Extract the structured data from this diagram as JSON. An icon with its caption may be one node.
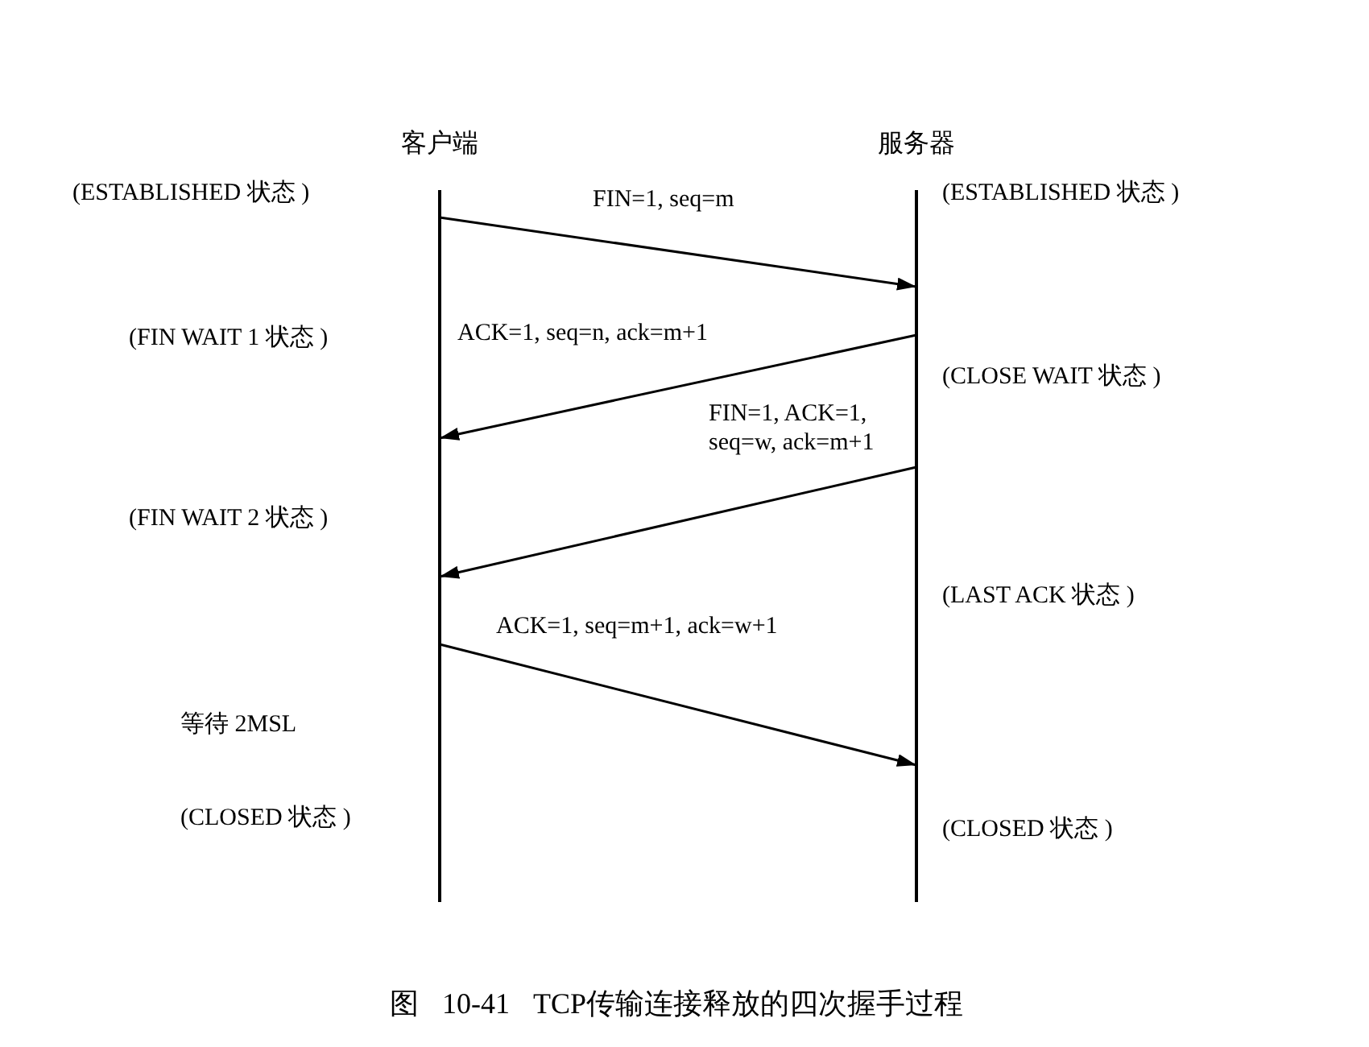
{
  "diagram": {
    "caption": "图 10-41 TCP传输连接释放的四次握手过程",
    "nodes": [
      {
        "text": [
          "客户端"
        ]
      },
      {
        "text": [
          "服务器"
        ]
      }
    ],
    "edges": [
      {
        "from": 0,
        "to": 1,
        "arrow": "to",
        "label": "FIN=1, seq=m"
      },
      {
        "from": 1,
        "to": 0,
        "arrow": "to",
        "label": "ACK=1, seq=n, ack=m+1"
      },
      {
        "from": 1,
        "to": 0,
        "arrow": "to",
        "label": "FIN=1, ACK=1, seq=w, ack=m+1"
      },
      {
        "from": 0,
        "to": 1,
        "arrow": "to",
        "label": "ACK=1, seq=m+1, ack=w+1"
      }
    ],
    "labels": [
      "(ESTABLISHED 状态 )",
      "(ESTABLISHED 状态 )",
      "(FIN WAIT 1 状态 )",
      "(CLOSE WAIT 状态 )",
      "(FIN WAIT 2 状态 )",
      "(LAST ACK 状态 )",
      "等待 2MSL",
      "(CLOSED 状态 )",
      "(CLOSED 状态 )"
    ]
  }
}
